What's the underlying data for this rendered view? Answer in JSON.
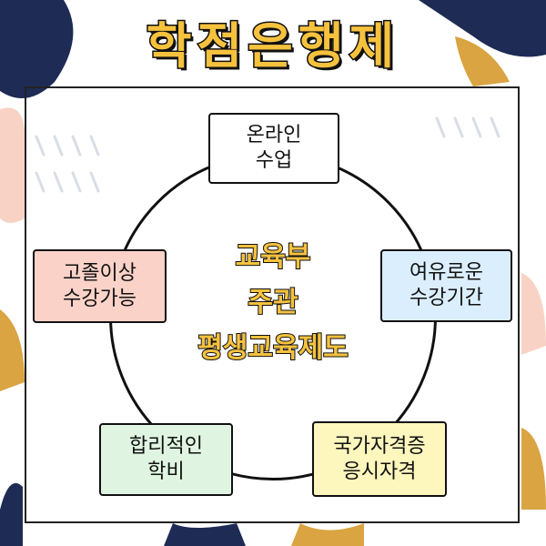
{
  "title": "학점은행제",
  "center": {
    "line1": "교육부",
    "line2": "주관",
    "line3": "평생교육제도"
  },
  "features": [
    {
      "line1": "온라인",
      "line2": "수업",
      "color": "#ffffff"
    },
    {
      "line1": "여유로운",
      "line2": "수강기간",
      "color": "#dbeefe"
    },
    {
      "line1": "국가자격증",
      "line2": "응시자격",
      "color": "#fdf6bd"
    },
    {
      "line1": "합리적인",
      "line2": "학비",
      "color": "#dff5e1"
    },
    {
      "line1": "고졸이상",
      "line2": "수강가능",
      "color": "#fbd2c8"
    }
  ]
}
